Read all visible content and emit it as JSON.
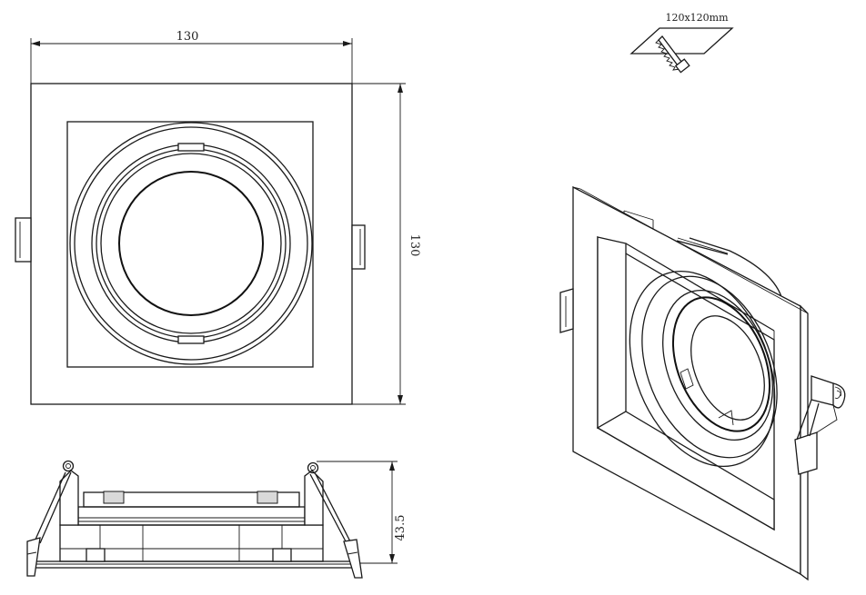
{
  "dimensions": {
    "width": "130",
    "height": "130",
    "depth": "43.5"
  },
  "cutout": {
    "label": "120x120mm"
  },
  "colors": {
    "line": "#1a1a1a",
    "background": "#ffffff"
  }
}
